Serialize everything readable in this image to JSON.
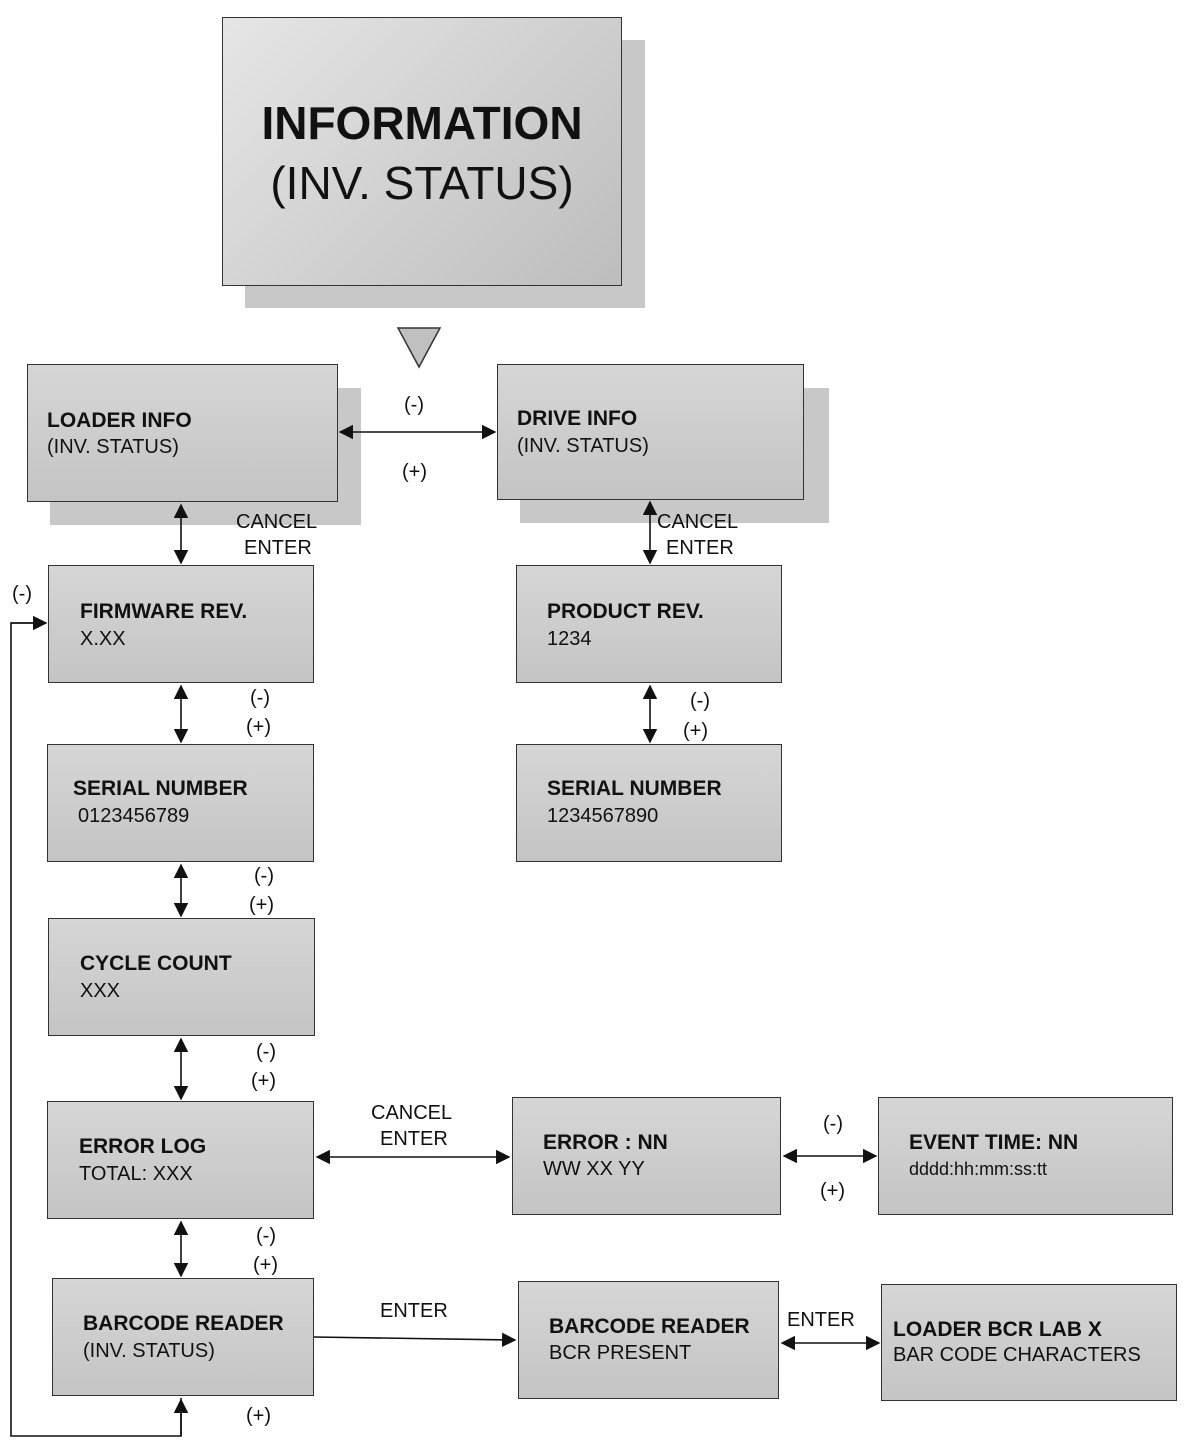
{
  "title": {
    "line1": "INFORMATION",
    "line2": "(INV. STATUS)"
  },
  "loader_info": {
    "title": "LOADER INFO",
    "sub": "(INV. STATUS)"
  },
  "drive_info": {
    "title": "DRIVE INFO",
    "sub": "(INV. STATUS)"
  },
  "firmware_rev": {
    "title": "FIRMWARE REV.",
    "sub": "X.XX"
  },
  "serial_number_loader": {
    "title": "SERIAL NUMBER",
    "sub": "0123456789"
  },
  "cycle_count": {
    "title": "CYCLE COUNT",
    "sub": "XXX"
  },
  "error_log": {
    "title": "ERROR LOG",
    "sub": "TOTAL: XXX"
  },
  "barcode_reader_inv": {
    "title": "BARCODE READER",
    "sub": "(INV. STATUS)"
  },
  "product_rev": {
    "title": "PRODUCT REV.",
    "sub": "1234"
  },
  "serial_number_drive": {
    "title": "SERIAL NUMBER",
    "sub": "1234567890"
  },
  "error_nn": {
    "title": "ERROR : NN",
    "sub": "WW XX YY"
  },
  "event_time": {
    "title": "EVENT TIME: NN",
    "sub": "dddd:hh:mm:ss:tt"
  },
  "barcode_reader_present": {
    "title": "BARCODE READER",
    "sub": "BCR PRESENT"
  },
  "loader_bcr": {
    "title": "LOADER BCR LAB X",
    "sub": "BAR CODE CHARACTERS"
  },
  "labels": {
    "minus": "(-)",
    "plus": "(+)",
    "cancel": "CANCEL",
    "enter": "ENTER"
  },
  "colors": {
    "box_fill": "#c8c8c8",
    "shadow": "#c8c8c8",
    "stroke": "#333333"
  }
}
